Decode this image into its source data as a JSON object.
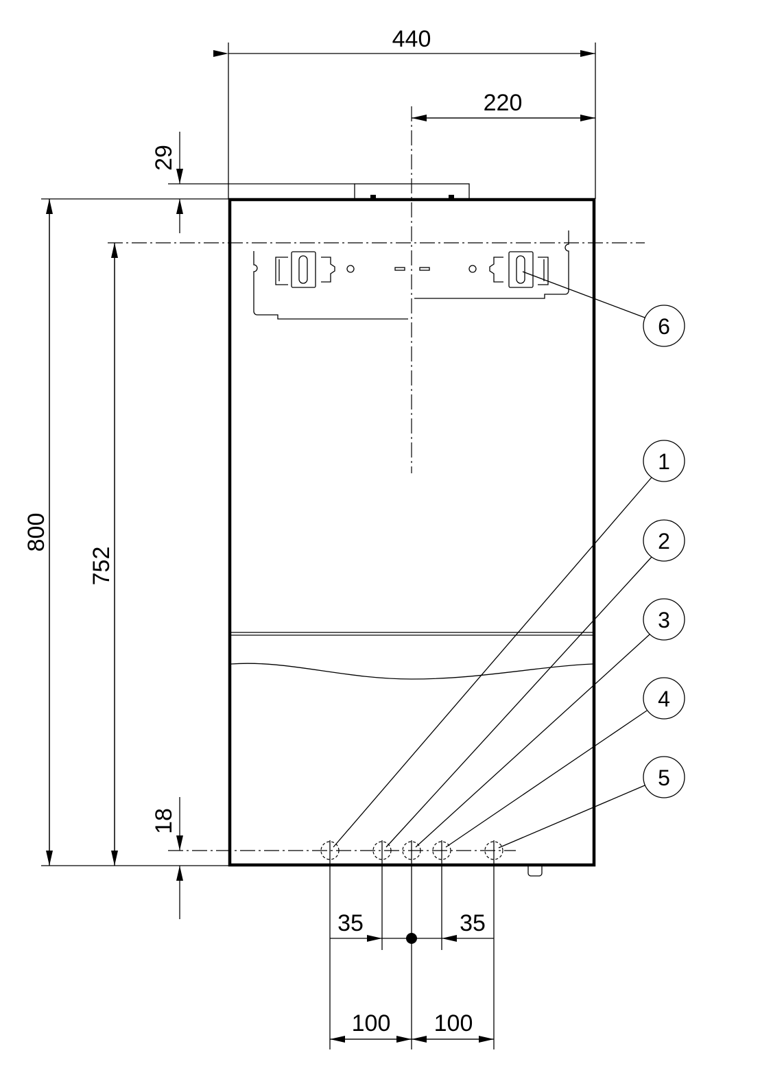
{
  "dimensions": {
    "overall_width": "440",
    "half_width": "220",
    "flue_offset": "29",
    "overall_height": "800",
    "bracket_height": "752",
    "pipe_offset": "18",
    "inner_left_spacing": "35",
    "inner_right_spacing": "35",
    "outer_left_spacing": "100",
    "outer_right_spacing": "100"
  },
  "callouts": [
    "1",
    "2",
    "3",
    "4",
    "5",
    "6"
  ]
}
